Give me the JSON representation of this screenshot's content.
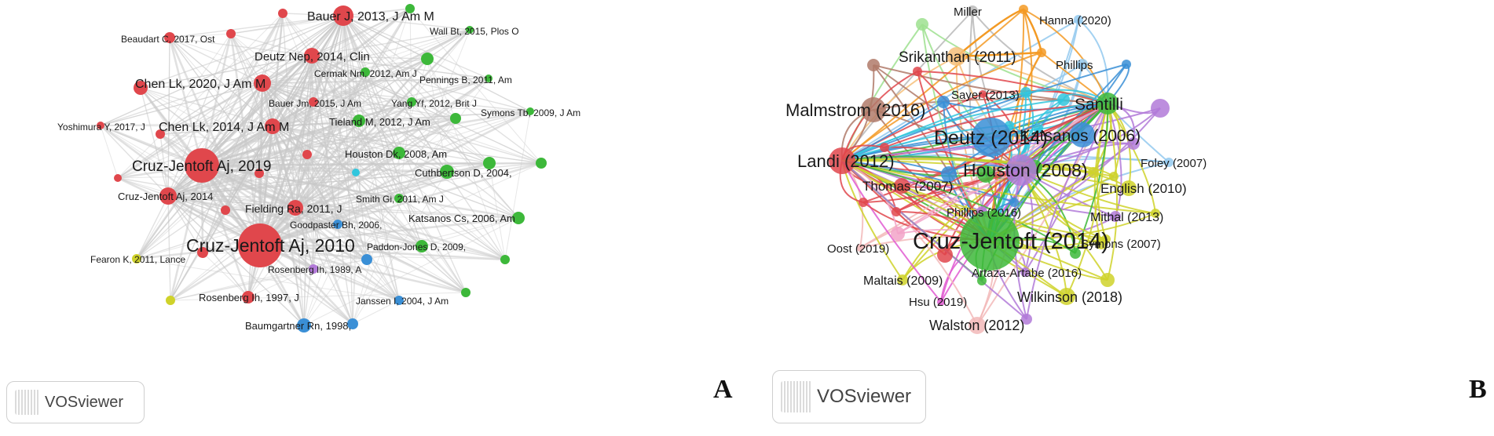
{
  "panel_a": {
    "letter": "A",
    "badge": "VOSviewer",
    "colors": {
      "red": "#e0474c",
      "green": "#3db83a",
      "blue": "#3a8fd6",
      "yellow": "#cfd22a",
      "cyan": "#31c6dd",
      "purple": "#b27ad8"
    },
    "nodes": [
      {
        "label": "Bauer J, 2013, J Am M",
        "color": "red",
        "weight": 13
      },
      {
        "label": "Beaudart C, 2017, Ost",
        "color": "red",
        "weight": 7
      },
      {
        "label": "Wall Bt, 2015, Plos O",
        "color": "green",
        "weight": 5
      },
      {
        "label": "Deutz Nep, 2014, Clin",
        "color": "red",
        "weight": 10
      },
      {
        "label": "Cermak Nm, 2012, Am J",
        "color": "green",
        "weight": 6
      },
      {
        "label": "Chen Lk, 2020, J Am M",
        "color": "red",
        "weight": 11
      },
      {
        "label": "Pennings B, 2011, Am",
        "color": "green",
        "weight": 5
      },
      {
        "label": "Bauer Jm, 2015, J Am",
        "color": "red",
        "weight": 6
      },
      {
        "label": "Yang Yf, 2012, Brit J",
        "color": "green",
        "weight": 6
      },
      {
        "label": "Yoshimura Y, 2017, J",
        "color": "red",
        "weight": 5
      },
      {
        "label": "Symons Tb, 2009, J Am",
        "color": "green",
        "weight": 5
      },
      {
        "label": "Chen Lk, 2014, J Am M",
        "color": "red",
        "weight": 10
      },
      {
        "label": "Tieland M, 2012, J Am",
        "color": "green",
        "weight": 8
      },
      {
        "label": "Houston Dk, 2008, Am",
        "color": "green",
        "weight": 8
      },
      {
        "label": "Cruz-Jentoft Aj, 2019",
        "color": "red",
        "weight": 22
      },
      {
        "label": "Cuthbertson D, 2004,",
        "color": "green",
        "weight": 9
      },
      {
        "label": "Cruz-Jentoft Aj, 2014",
        "color": "red",
        "weight": 11
      },
      {
        "label": "Smith Gi, 2011, Am J",
        "color": "green",
        "weight": 6
      },
      {
        "label": "Fielding Ra, 2011, J",
        "color": "red",
        "weight": 10
      },
      {
        "label": "Katsanos Cs, 2006, Am",
        "color": "green",
        "weight": 8
      },
      {
        "label": "Goodpaster Bh, 2006,",
        "color": "blue",
        "weight": 6
      },
      {
        "label": "Cruz-Jentoft Aj, 2010",
        "color": "red",
        "weight": 28
      },
      {
        "label": "Paddon-Jones D, 2009,",
        "color": "green",
        "weight": 8
      },
      {
        "label": "Fearon K, 2011, Lance",
        "color": "yellow",
        "weight": 6
      },
      {
        "label": "Rosenberg Ih, 1989, A",
        "color": "purple",
        "weight": 6
      },
      {
        "label": "Rosenberg Ih, 1997, J",
        "color": "red",
        "weight": 8
      },
      {
        "label": "Janssen I, 2004, J Am",
        "color": "blue",
        "weight": 6
      },
      {
        "label": "Baumgartner Rn, 1998,",
        "color": "blue",
        "weight": 9
      }
    ]
  },
  "panel_b": {
    "letter": "B",
    "badge": "VOSviewer",
    "colors": {
      "red": "#e0474c",
      "green": "#3db83a",
      "blue": "#3a8fd6",
      "yellow": "#cfd22a",
      "cyan": "#31c6dd",
      "purple": "#b27ad8",
      "orange": "#f39a24",
      "peach": "#f6c07a",
      "brown": "#b07a6a",
      "pink": "#f2a3c8",
      "magenta": "#e05ad1",
      "lightblue": "#93c9ef",
      "grey": "#b9b9b9",
      "rose": "#f2b9b9",
      "lightgreen": "#9ee08f"
    },
    "nodes": [
      {
        "label": "Miller",
        "color": "grey",
        "weight": 7
      },
      {
        "label": "Hanna (2020)",
        "color": "lightblue",
        "weight": 6
      },
      {
        "label": "Srikanthan (2011)",
        "color": "peach",
        "weight": 12
      },
      {
        "label": "Phillips",
        "color": "lightblue",
        "weight": 7
      },
      {
        "label": "Malmstrom (2016)",
        "color": "brown",
        "weight": 16
      },
      {
        "label": "Sayer (2013)",
        "color": "red",
        "weight": 5
      },
      {
        "label": "Santilli",
        "color": "green",
        "weight": 14
      },
      {
        "label": "Deutz (2014)",
        "color": "blue",
        "weight": 25
      },
      {
        "label": "Katsanos (2006)",
        "color": "blue",
        "weight": 16
      },
      {
        "label": "Landi (2012)",
        "color": "red",
        "weight": 17
      },
      {
        "label": "Foley (2007)",
        "color": "lightblue",
        "weight": 6
      },
      {
        "label": "Houston (2008)",
        "color": "purple",
        "weight": 20
      },
      {
        "label": "Thomas (2007)",
        "color": "red",
        "weight": 10
      },
      {
        "label": "English (2010)",
        "color": "yellow",
        "weight": 10
      },
      {
        "label": "Phillips (2016)",
        "color": "purple",
        "weight": 7
      },
      {
        "label": "Mithal (2013)",
        "color": "purple",
        "weight": 7
      },
      {
        "label": "Cruz-Jentoft (2014)",
        "color": "green",
        "weight": 38
      },
      {
        "label": "Oost (2019)",
        "color": "rose",
        "weight": 5
      },
      {
        "label": "Symons (2007)",
        "color": "yellow",
        "weight": 8
      },
      {
        "label": "Artaza-Artabe (2016)",
        "color": "purple",
        "weight": 6
      },
      {
        "label": "Maltais (2009)",
        "color": "yellow",
        "weight": 7
      },
      {
        "label": "Wilkinson (2018)",
        "color": "yellow",
        "weight": 11
      },
      {
        "label": "Hsu (2019)",
        "color": "magenta",
        "weight": 5
      },
      {
        "label": "Walston (2012)",
        "color": "rose",
        "weight": 11
      }
    ]
  }
}
